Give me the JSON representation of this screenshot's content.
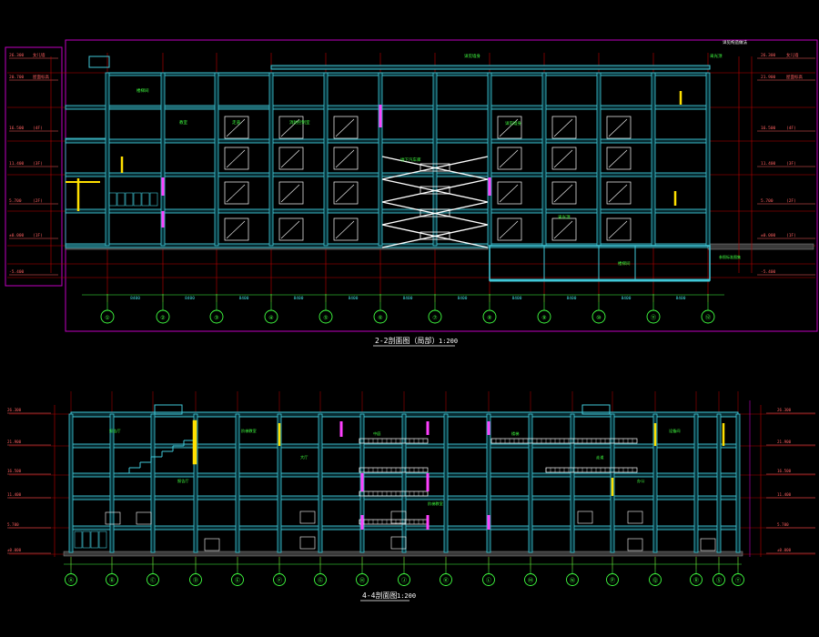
{
  "colors": {
    "background": "#000000",
    "frame": "#c000c0",
    "axis_line": "#c00000",
    "slab": "#40c8d8",
    "column": "#40c8d8",
    "stair": "#ffffff",
    "column_highlight": "#ff40ff",
    "yellow_member": "#ffe000",
    "label_green": "#40ff40",
    "ground_hatch": "#909090",
    "axis_bubble": "#40ff40",
    "title_text": "#ffffff",
    "dim_text": "#40e0e0",
    "level_text": "#ff6060"
  },
  "section_top": {
    "title": "2-2剖面图（局部）",
    "scale": "1:200",
    "axis_labels": [
      "①",
      "②",
      "③",
      "④",
      "⑤",
      "⑥",
      "⑦",
      "⑧",
      "⑨",
      "⑩",
      "⑪",
      "⑫"
    ],
    "bay_dims": [
      "8400",
      "8400",
      "8400",
      "8400",
      "8400",
      "8400",
      "8400",
      "8400",
      "8400",
      "8400",
      "8400"
    ],
    "left_levels": [
      "26.300",
      "20.700",
      "16.500",
      "11.400",
      "5.700",
      "±0.000",
      "-5.400"
    ],
    "left_level_notes": [
      "女儿墙",
      "屋面标高",
      "(4F)",
      "(3F)",
      "(2F)",
      "(1F)",
      ""
    ],
    "right_levels": [
      "26.300",
      "21.900",
      "16.500",
      "11.400",
      "5.700",
      "±0.000",
      "-5.400"
    ],
    "right_level_notes": [
      "女儿墙",
      "屋面标高",
      "(4F)",
      "(3F)",
      "(2F)",
      "(1F)",
      ""
    ],
    "tags": [
      "详见墙身",
      "采光顶",
      "楼梯间",
      "教室",
      "走道",
      "消防控制室",
      "地下汽车库"
    ],
    "ref_notes": [
      "详见构造做法",
      "参照标准图集"
    ]
  },
  "section_bottom": {
    "title": "4-4剖面图",
    "scale": "1:200",
    "axis_labels": [
      "Ⓐ",
      "Ⓑ",
      "Ⓒ",
      "Ⓓ",
      "Ⓔ",
      "Ⓕ",
      "Ⓖ",
      "Ⓗ",
      "Ⓙ",
      "Ⓚ",
      "Ⓛ",
      "Ⓜ",
      "Ⓝ",
      "Ⓟ",
      "Ⓠ",
      "Ⓡ",
      "Ⓢ",
      "Ⓣ"
    ],
    "left_levels": [
      "26.300",
      "21.900",
      "16.500",
      "11.400",
      "5.700",
      "±0.000"
    ],
    "right_levels": [
      "26.300",
      "21.900",
      "16.500",
      "11.400",
      "5.700",
      "±0.000"
    ],
    "tags": [
      "报告厅",
      "阶梯教室",
      "大厅",
      "中庭",
      "楼梯",
      "走道",
      "办公",
      "设备间"
    ]
  }
}
